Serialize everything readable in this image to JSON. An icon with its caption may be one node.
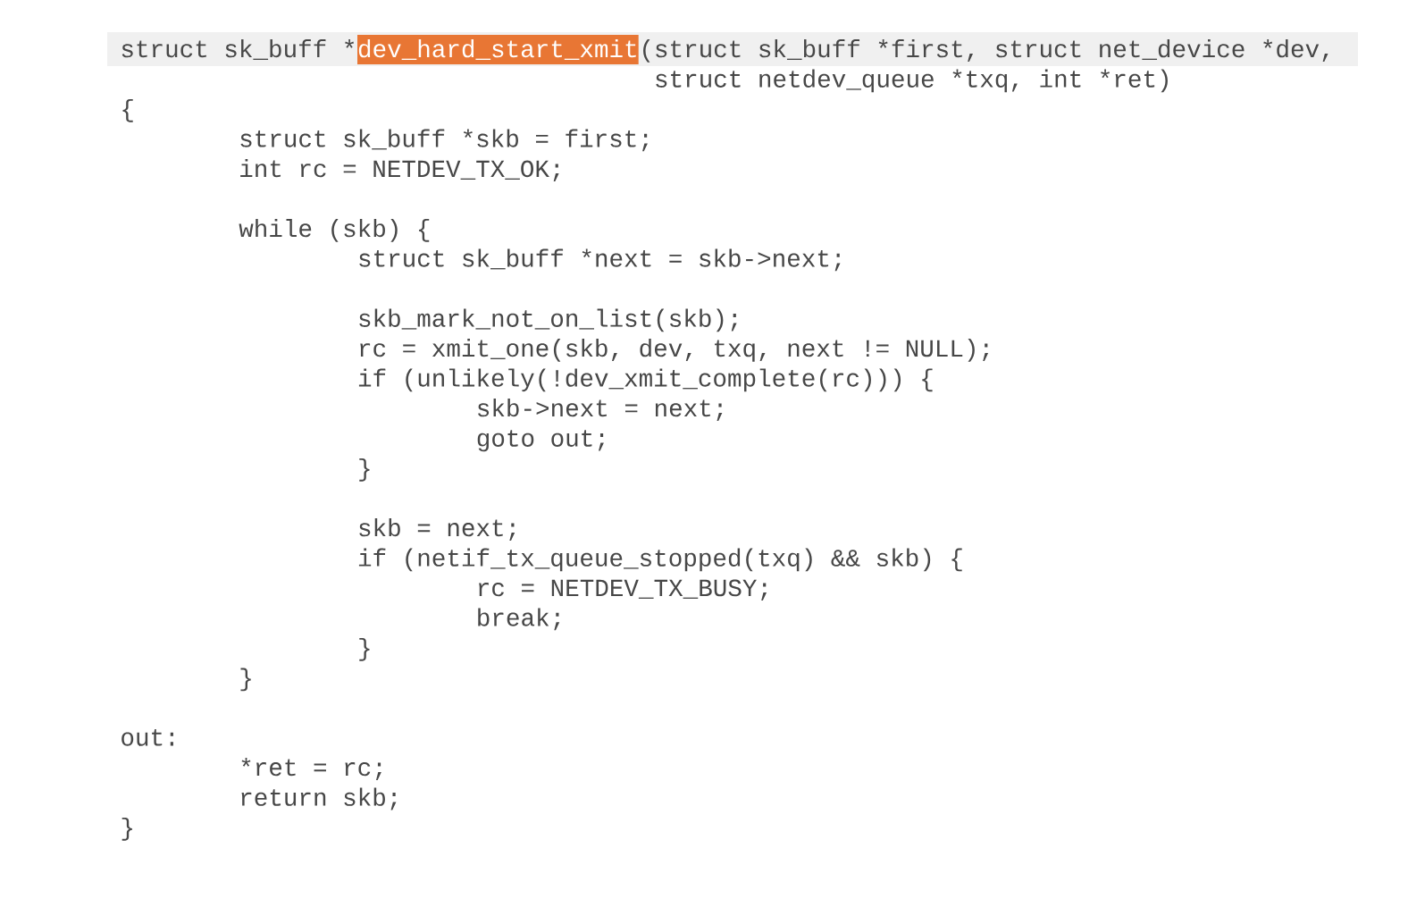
{
  "diagram": {
    "labels": [
      "struct sk_buff *",
      "dev_hard_start_xmit",
      "(struct sk_buff *first, struct net_device *dev,",
      "struct netdev_queue *txq, int *ret)",
      "{",
      "struct sk_buff *skb = first;",
      "int rc = NETDEV_TX_OK;",
      "while (skb) {",
      "struct sk_buff *next = skb->next;",
      "skb_mark_not_on_list(skb);",
      "rc = xmit_one(skb, dev, txq, next != NULL);",
      "if (unlikely(!dev_xmit_complete(rc))) {",
      "skb->next = next;",
      "goto out;",
      "}",
      "skb = next;",
      "if (netif_tx_queue_stopped(txq) && skb) {",
      "rc = NETDEV_TX_BUSY;",
      "break;",
      "}",
      "}",
      "out:",
      "*ret = rc;",
      "return skb;",
      "}"
    ]
  }
}
